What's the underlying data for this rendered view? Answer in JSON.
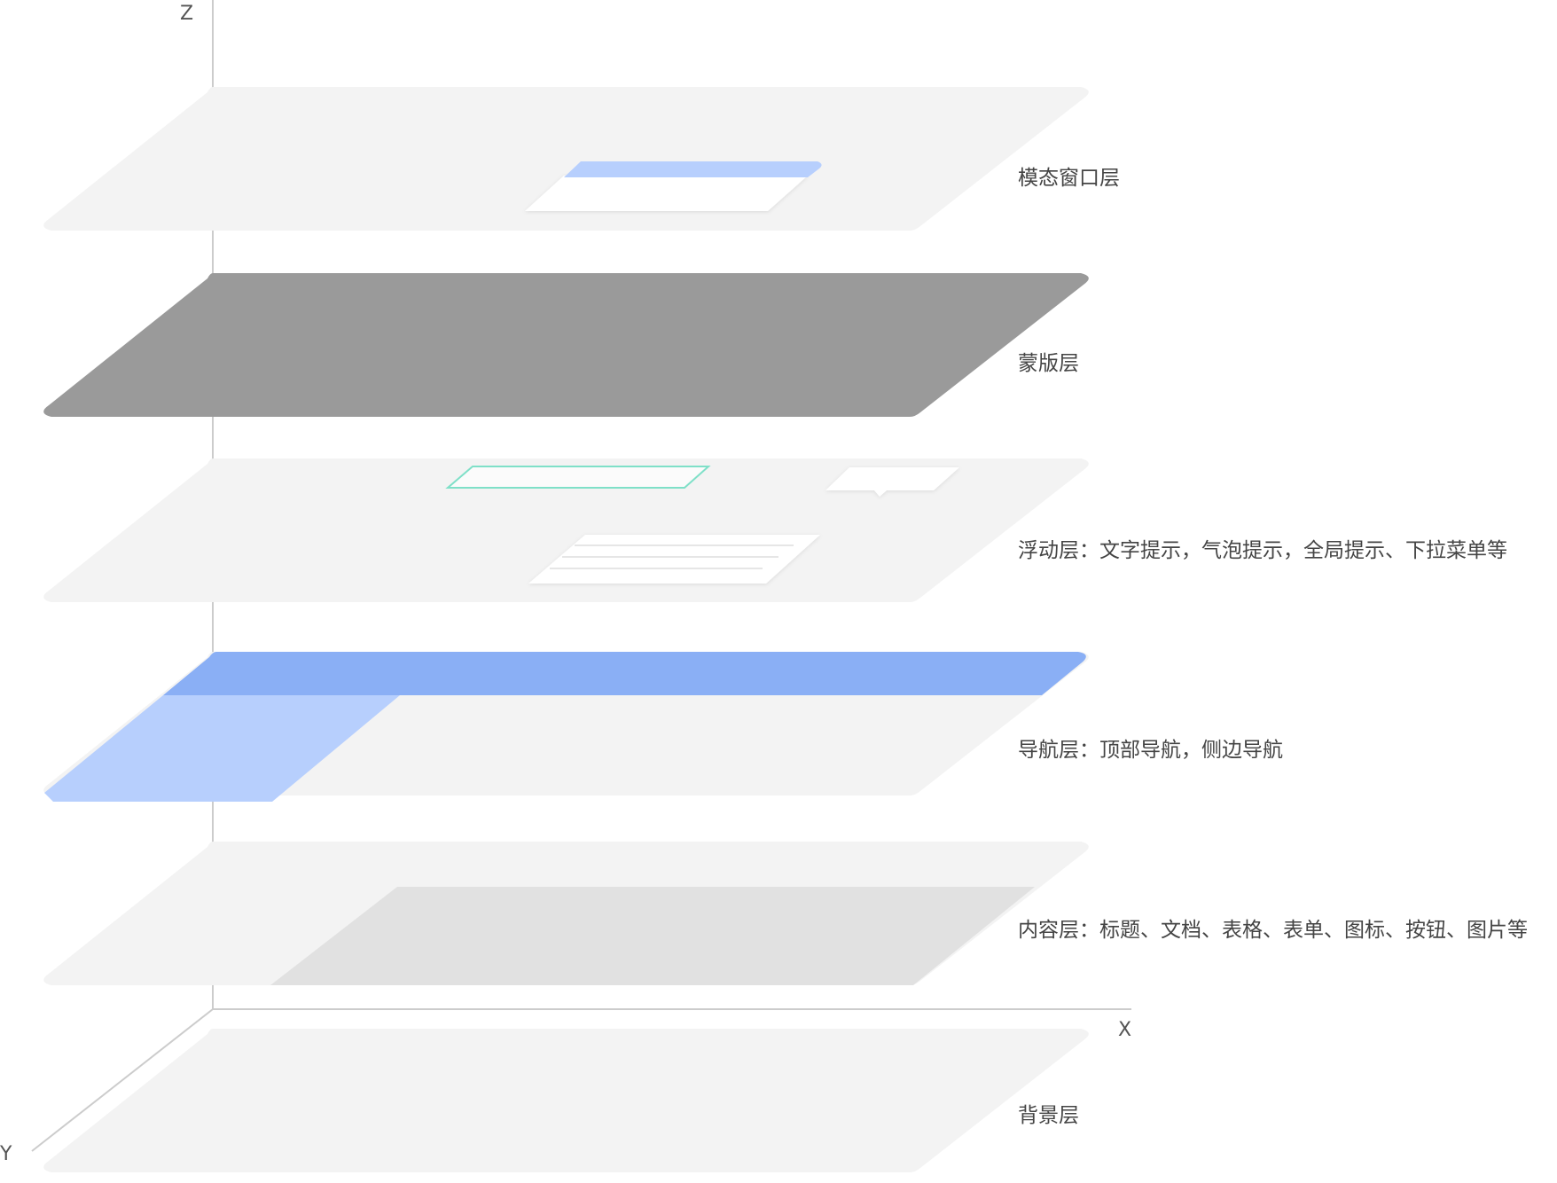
{
  "axes": {
    "z": "Z",
    "x": "X",
    "y": "Y"
  },
  "colors": {
    "plane": "#f3f3f3",
    "mask": "#9a9a9a",
    "content_block": "#e1e1e1",
    "nav_top": "#8aaff5",
    "nav_side": "#b7cffd",
    "modal_header": "#b7cffd",
    "card": "#ffffff",
    "toast_border": "#7fe0c8",
    "axis": "#cccccc"
  },
  "layers": [
    {
      "id": "modal",
      "label": "模态窗口层"
    },
    {
      "id": "mask",
      "label": "蒙版层"
    },
    {
      "id": "float",
      "label": "浮动层：文字提示，气泡提示，全局提示、下拉菜单等"
    },
    {
      "id": "nav",
      "label": "导航层：顶部导航，侧边导航"
    },
    {
      "id": "content",
      "label": "内容层：标题、文档、表格、表单、图标、按钮、图片等"
    },
    {
      "id": "background",
      "label": "背景层"
    }
  ]
}
